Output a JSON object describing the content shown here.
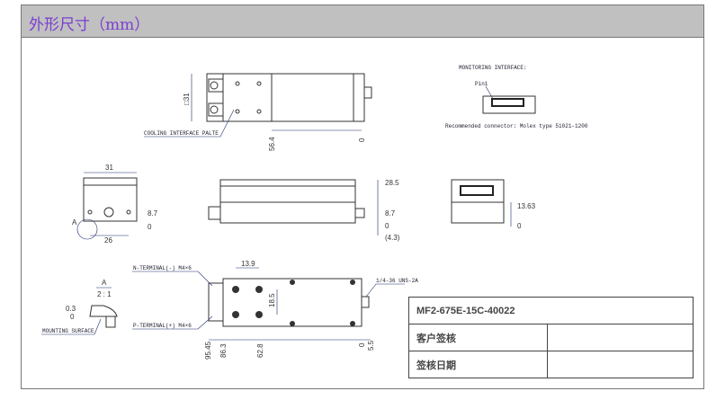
{
  "header": {
    "title": "外形尺寸（mm）"
  },
  "drawing": {
    "top_view": {
      "dim_square": "□31",
      "dim_a": "56.4",
      "dim_b": "0",
      "label": "COOLING INTERFACE PALTE"
    },
    "monitoring": {
      "title": "MONITORING INTERFACE:",
      "pin": "Pin1",
      "connector": "Recommended connector: Molex type 51021-1200"
    },
    "side_view": {
      "width": "31",
      "h1": "8.7",
      "h0": "0",
      "base": "26",
      "detail_marker": "A"
    },
    "front_view": {
      "h_top": "28.5",
      "h1": "8.7",
      "h0": "0",
      "h_neg": "(4.3)"
    },
    "end_view": {
      "h1": "13.63",
      "h0": "0"
    },
    "detail": {
      "title": "A",
      "scale": "2 : 1",
      "h1": "0.3",
      "h0": "0",
      "label": "MOUNTING SURFACE"
    },
    "bottom_view": {
      "n_terminal": "N-TERMINAL(-) M4×6",
      "p_terminal": "P-TERMINAL(+) M4×6",
      "thread": "1/4-36 UNS-2A",
      "spacing_x": "13.9",
      "spacing_y": "18.5",
      "d1": "95.45",
      "d2": "86.3",
      "d3": "62.8",
      "d4": "0",
      "d5": "5.5"
    }
  },
  "table": {
    "model": "MF2-675E-15C-40022",
    "row1_label": "客户签核",
    "row1_value": "",
    "row2_label": "签核日期",
    "row2_value": ""
  }
}
